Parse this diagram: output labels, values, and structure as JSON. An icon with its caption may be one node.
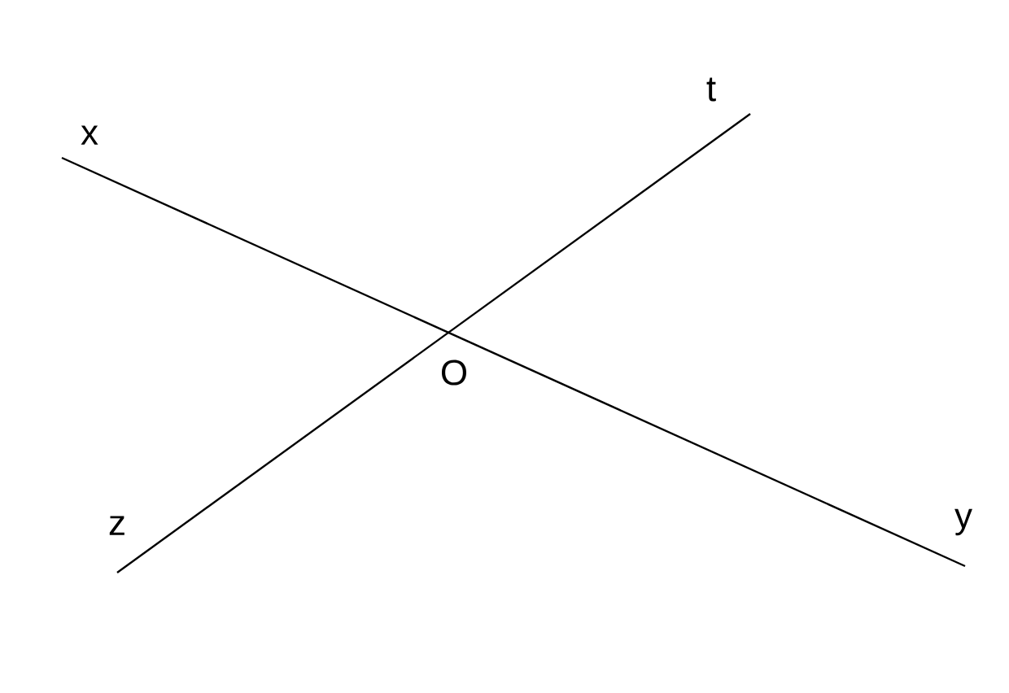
{
  "diagram": {
    "nodes": [
      {
        "text": [
          "x"
        ]
      },
      {
        "text": [
          "t"
        ]
      },
      {
        "text": [
          "z"
        ]
      },
      {
        "text": [
          "y"
        ]
      }
    ],
    "edges": [
      {
        "from": 0,
        "to": 3,
        "arrow": "none"
      },
      {
        "from": 2,
        "to": 1,
        "arrow": "none"
      }
    ],
    "labels": [
      "O"
    ]
  }
}
